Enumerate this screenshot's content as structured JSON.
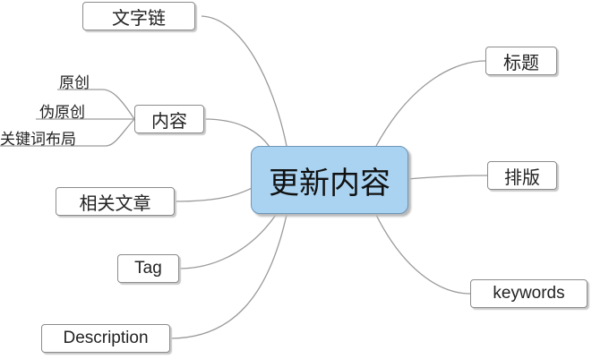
{
  "diagram": {
    "central": "更新内容",
    "left": [
      {
        "label": "文字链"
      },
      {
        "label": "内容",
        "children": [
          "原创",
          "伪原创",
          "关键词布局"
        ]
      },
      {
        "label": "相关文章"
      },
      {
        "label": "Tag"
      },
      {
        "label": "Description"
      }
    ],
    "right": [
      {
        "label": "标题"
      },
      {
        "label": "排版"
      },
      {
        "label": "keywords"
      }
    ]
  },
  "colors": {
    "central_fill": "#a9d3f1",
    "central_border": "#6c95b8",
    "node_border": "#8c8c8c",
    "link": "#9a9a9a"
  }
}
